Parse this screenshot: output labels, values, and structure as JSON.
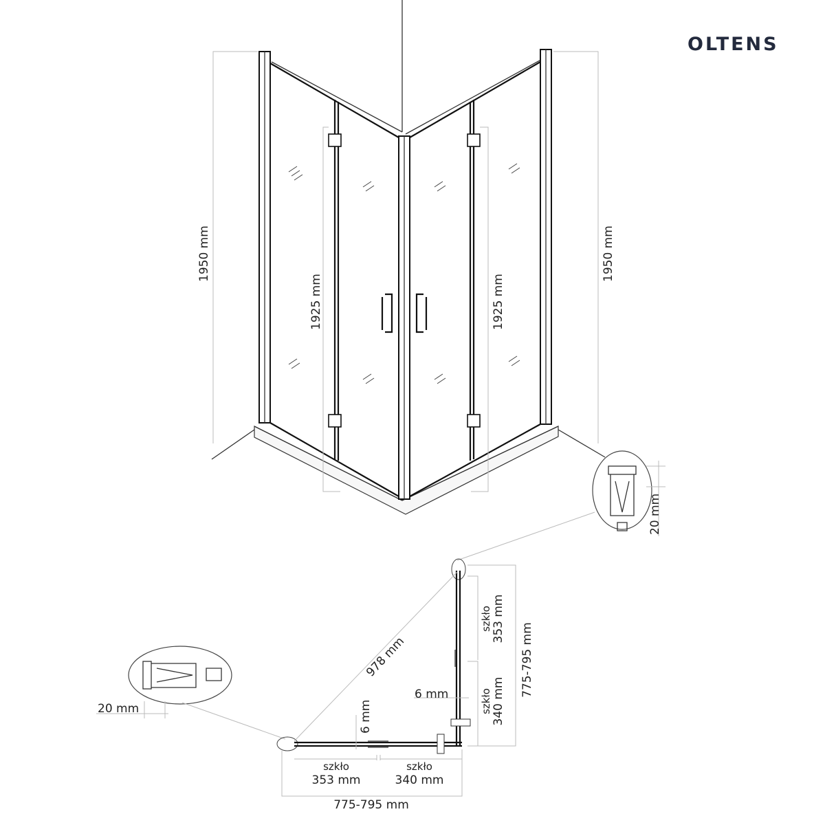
{
  "brand": {
    "logo_text": "OLTENS",
    "color": "#232a3d"
  },
  "elevation": {
    "total_height_left": "1950 mm",
    "total_height_right": "1950 mm",
    "door_height_left": "1925 mm",
    "door_height_right": "1925 mm"
  },
  "detail_right": {
    "profile_label": "20 mm"
  },
  "detail_left": {
    "profile_label": "20 mm"
  },
  "plan": {
    "diagonal": "978 mm",
    "gap_left": "6 mm",
    "gap_right": "6 mm",
    "bottom_glass_1": {
      "label": "szkło",
      "value": "353 mm"
    },
    "bottom_glass_2": {
      "label": "szkło",
      "value": "340 mm"
    },
    "bottom_total": "775-795 mm",
    "side_glass_1": {
      "label": "szkło",
      "value": "353 mm"
    },
    "side_glass_2": {
      "label": "szkło",
      "value": "340 mm"
    },
    "side_total": "775-795 mm"
  }
}
